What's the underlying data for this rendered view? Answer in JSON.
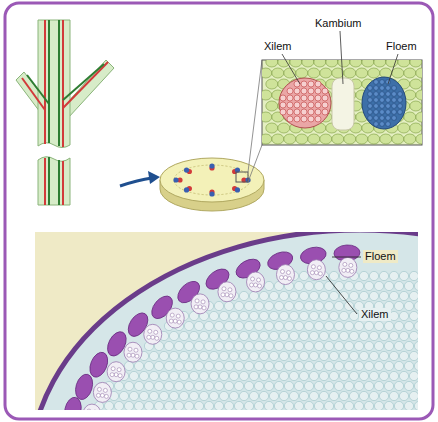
{
  "diagram": {
    "labels": [
      "Kambium",
      "Xilem",
      "Floem",
      "Floem",
      "Xilem"
    ]
  }
}
